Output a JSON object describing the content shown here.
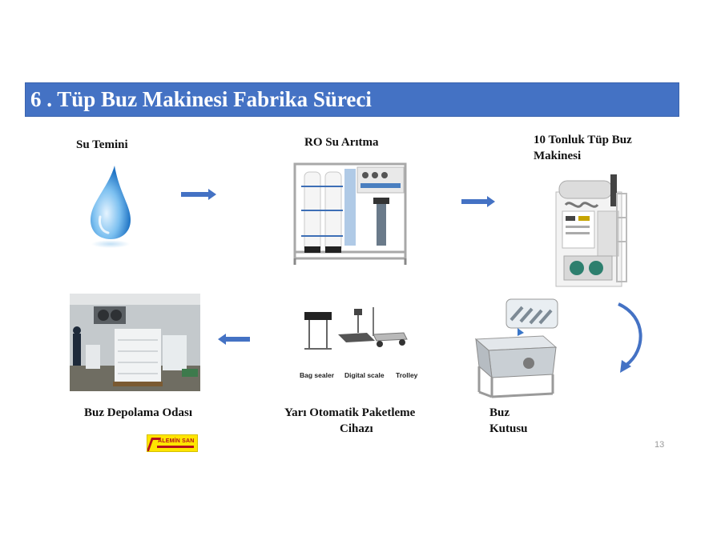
{
  "slide": {
    "title": "6 . Tüp Buz Makinesi Fabrika Süreci",
    "page_number": "13"
  },
  "steps": {
    "water_supply": "Su Temini",
    "ro_treatment": "RO Su Arıtma",
    "ice_machine_line1": "10 Tonluk Tüp Buz",
    "ice_machine_line2": "Makinesi",
    "ice_box_line1": "Buz",
    "ice_box_line2": "Kutusu",
    "packaging_line1": "Yarı Otomatik Paketleme",
    "packaging_line2": "Cihazı",
    "storage": "Buz Depolama Odası"
  },
  "packaging_items": {
    "bag_sealer": "Bag sealer",
    "digital_scale": "Digital scale",
    "trolley": "Trolley"
  },
  "logo": {
    "text": "ALEMİN SAN"
  },
  "colors": {
    "title_bar": "#4472c4",
    "arrow": "#4472c4",
    "logo_bg": "#ffe500",
    "logo_red": "#b5121b"
  }
}
